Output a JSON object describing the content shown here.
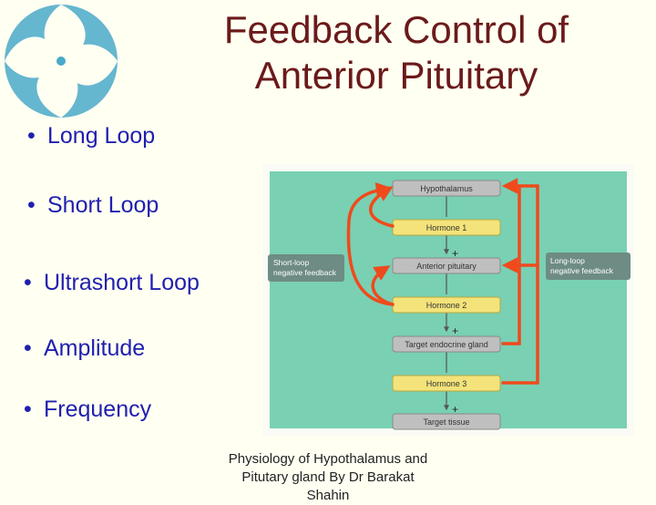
{
  "slide": {
    "title_line1": "Feedback Control of",
    "title_line2": "Anterior Pituitary",
    "bullet_symbol": "•",
    "bullets": [
      "Long Loop",
      "Short Loop",
      "Ultrashort Loop",
      "Amplitude",
      "Frequency"
    ],
    "caption": "Physiology of Hypothalamus and Pitutary gland By Dr Barakat Shahin"
  },
  "diagram": {
    "nodes": [
      {
        "label": "Hypothalamus",
        "kind": "organ"
      },
      {
        "label": "Hormone 1",
        "kind": "hormone"
      },
      {
        "label": "Anterior pituitary",
        "kind": "organ"
      },
      {
        "label": "Hormone 2",
        "kind": "hormone"
      },
      {
        "label": "Target endocrine gland",
        "kind": "organ"
      },
      {
        "label": "Hormone 3",
        "kind": "hormone"
      },
      {
        "label": "Target tissue",
        "kind": "organ"
      }
    ],
    "plus_sign": "+",
    "short_loop_label": [
      "Short-loop",
      "negative feedback"
    ],
    "long_loop_label": [
      "Long-loop",
      "negative feedback"
    ]
  },
  "colors": {
    "background": "#fffff2",
    "title": "#6b1a1a",
    "bullet_text": "#1f1fb0",
    "diagram_bg": "#79d0b3",
    "organ_box": "#bfbfbf",
    "hormone_box": "#f3e37a",
    "arrow_red": "#ef4a1c",
    "label_box": "#6e8c84",
    "logo": "#4aa9c9"
  },
  "icons": {
    "logo": "spiral-logo-icon"
  }
}
